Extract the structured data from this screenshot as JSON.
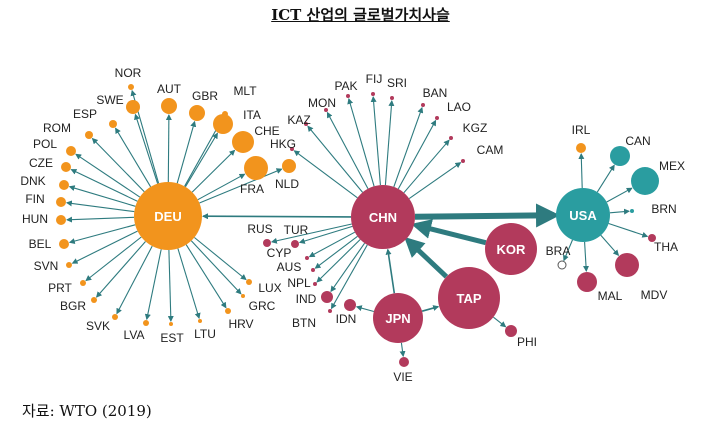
{
  "title": "ICT 산업의 글로벌가치사슬",
  "source": "자료: WTO (2019)",
  "colors": {
    "deu": "#F2941D",
    "chn": "#B23A5C",
    "usa": "#2A9DA0",
    "edge": "#2E7B7F",
    "label": "#222222"
  },
  "hubs": [
    {
      "id": "DEU",
      "label": "DEU",
      "group": "deu"
    },
    {
      "id": "CHN",
      "label": "CHN",
      "group": "chn"
    },
    {
      "id": "USA",
      "label": "USA",
      "group": "usa"
    },
    {
      "id": "KOR",
      "label": "KOR",
      "group": "chn"
    },
    {
      "id": "TAP",
      "label": "TAP",
      "group": "chn"
    },
    {
      "id": "JPN",
      "label": "JPN",
      "group": "chn"
    }
  ],
  "nodes": [
    {
      "id": "NOR",
      "label": "NOR",
      "group": "deu",
      "hub": "DEU"
    },
    {
      "id": "SWE",
      "label": "SWE",
      "group": "deu",
      "hub": "DEU"
    },
    {
      "id": "AUT",
      "label": "AUT",
      "group": "deu",
      "hub": "DEU"
    },
    {
      "id": "GBR",
      "label": "GBR",
      "group": "deu",
      "hub": "DEU"
    },
    {
      "id": "MLT",
      "label": "MLT",
      "group": "deu",
      "hub": "DEU"
    },
    {
      "id": "ITA",
      "label": "ITA",
      "group": "deu",
      "hub": "DEU"
    },
    {
      "id": "CHE",
      "label": "CHE",
      "group": "deu",
      "hub": "DEU"
    },
    {
      "id": "FRA",
      "label": "FRA",
      "group": "deu",
      "hub": "DEU"
    },
    {
      "id": "NLD",
      "label": "NLD",
      "group": "deu",
      "hub": "DEU"
    },
    {
      "id": "ESP",
      "label": "ESP",
      "group": "deu",
      "hub": "DEU"
    },
    {
      "id": "ROM",
      "label": "ROM",
      "group": "deu",
      "hub": "DEU"
    },
    {
      "id": "POL",
      "label": "POL",
      "group": "deu",
      "hub": "DEU"
    },
    {
      "id": "CZE",
      "label": "CZE",
      "group": "deu",
      "hub": "DEU"
    },
    {
      "id": "DNK",
      "label": "DNK",
      "group": "deu",
      "hub": "DEU"
    },
    {
      "id": "FIN",
      "label": "FIN",
      "group": "deu",
      "hub": "DEU"
    },
    {
      "id": "HUN",
      "label": "HUN",
      "group": "deu",
      "hub": "DEU"
    },
    {
      "id": "BEL",
      "label": "BEL",
      "group": "deu",
      "hub": "DEU"
    },
    {
      "id": "SVN",
      "label": "SVN",
      "group": "deu",
      "hub": "DEU"
    },
    {
      "id": "PRT",
      "label": "PRT",
      "group": "deu",
      "hub": "DEU"
    },
    {
      "id": "BGR",
      "label": "BGR",
      "group": "deu",
      "hub": "DEU"
    },
    {
      "id": "SVK",
      "label": "SVK",
      "group": "deu",
      "hub": "DEU"
    },
    {
      "id": "LVA",
      "label": "LVA",
      "group": "deu",
      "hub": "DEU"
    },
    {
      "id": "EST",
      "label": "EST",
      "group": "deu",
      "hub": "DEU"
    },
    {
      "id": "LTU",
      "label": "LTU",
      "group": "deu",
      "hub": "DEU"
    },
    {
      "id": "HRV",
      "label": "HRV",
      "group": "deu",
      "hub": "DEU"
    },
    {
      "id": "GRC",
      "label": "GRC",
      "group": "deu",
      "hub": "DEU"
    },
    {
      "id": "LUX",
      "label": "LUX",
      "group": "deu",
      "hub": "DEU"
    },
    {
      "id": "PAK",
      "label": "PAK",
      "group": "chn",
      "hub": "CHN"
    },
    {
      "id": "FIJ",
      "label": "FIJ",
      "group": "chn",
      "hub": "CHN"
    },
    {
      "id": "SRI",
      "label": "SRI",
      "group": "chn",
      "hub": "CHN"
    },
    {
      "id": "MON",
      "label": "MON",
      "group": "chn",
      "hub": "CHN"
    },
    {
      "id": "BAN",
      "label": "BAN",
      "group": "chn",
      "hub": "CHN"
    },
    {
      "id": "LAO",
      "label": "LAO",
      "group": "chn",
      "hub": "CHN"
    },
    {
      "id": "KAZ",
      "label": "KAZ",
      "group": "chn",
      "hub": "CHN"
    },
    {
      "id": "KGZ",
      "label": "KGZ",
      "group": "chn",
      "hub": "CHN"
    },
    {
      "id": "HKG",
      "label": "HKG",
      "group": "chn",
      "hub": "CHN"
    },
    {
      "id": "CAM",
      "label": "CAM",
      "group": "chn",
      "hub": "CHN"
    },
    {
      "id": "RUS",
      "label": "RUS",
      "group": "chn",
      "hub": "CHN"
    },
    {
      "id": "TUR",
      "label": "TUR",
      "group": "chn",
      "hub": "CHN"
    },
    {
      "id": "CYP",
      "label": "CYP",
      "group": "chn",
      "hub": "CHN"
    },
    {
      "id": "AUS",
      "label": "AUS",
      "group": "chn",
      "hub": "CHN"
    },
    {
      "id": "NPL",
      "label": "NPL",
      "group": "chn",
      "hub": "CHN"
    },
    {
      "id": "IND",
      "label": "IND",
      "group": "chn",
      "hub": "CHN"
    },
    {
      "id": "BTN",
      "label": "BTN",
      "group": "chn",
      "hub": "CHN"
    },
    {
      "id": "IDN",
      "label": "IDN",
      "group": "chn",
      "hub": "JPN"
    },
    {
      "id": "VIE",
      "label": "VIE",
      "group": "chn",
      "hub": "JPN"
    },
    {
      "id": "PHI",
      "label": "PHI",
      "group": "chn",
      "hub": "TAP"
    },
    {
      "id": "IRL",
      "label": "IRL",
      "group": "deu",
      "hub": "USA"
    },
    {
      "id": "CAN",
      "label": "CAN",
      "group": "usa",
      "hub": "USA"
    },
    {
      "id": "MEX",
      "label": "MEX",
      "group": "usa",
      "hub": "USA"
    },
    {
      "id": "BRN",
      "label": "BRN",
      "group": "usa",
      "hub": "USA"
    },
    {
      "id": "THA",
      "label": "THA",
      "group": "chn",
      "hub": "USA"
    },
    {
      "id": "MDV",
      "label": "MDV",
      "group": "chn",
      "hub": "USA"
    },
    {
      "id": "MAL",
      "label": "MAL",
      "group": "chn",
      "hub": "USA"
    },
    {
      "id": "BRA",
      "label": "BRA",
      "group": "none",
      "hub": "USA"
    }
  ],
  "hub_links": [
    {
      "from": "CHN",
      "to": "DEU"
    },
    {
      "from": "CHN",
      "to": "USA"
    },
    {
      "from": "KOR",
      "to": "CHN"
    },
    {
      "from": "TAP",
      "to": "CHN"
    },
    {
      "from": "JPN",
      "to": "CHN"
    },
    {
      "from": "JPN",
      "to": "TAP"
    }
  ]
}
